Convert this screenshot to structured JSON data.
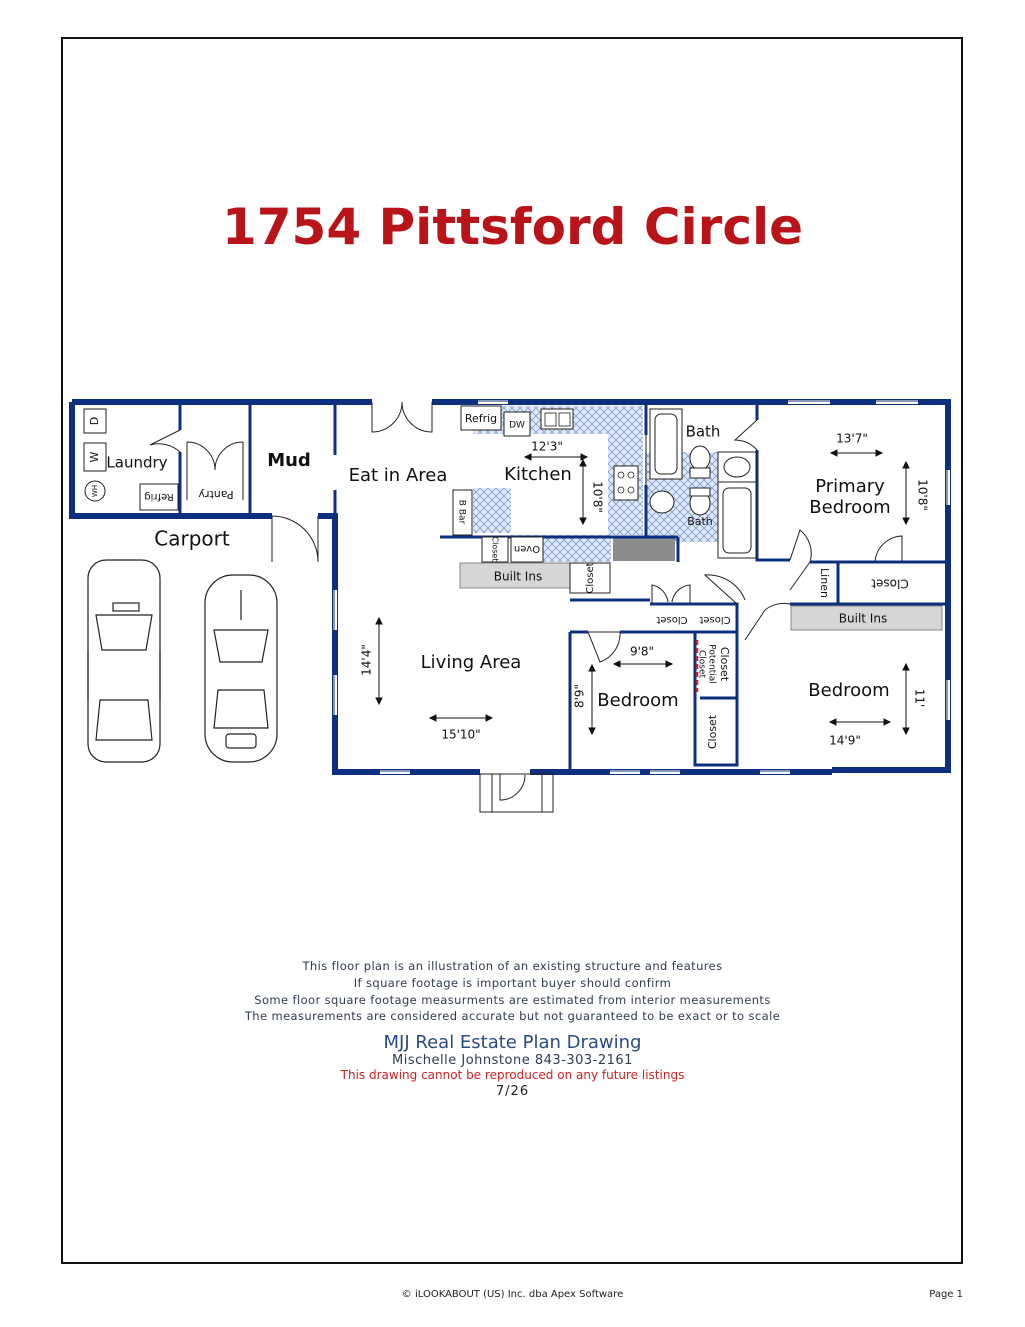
{
  "title": "1754 Pittsford Circle",
  "rooms": {
    "laundry": "Laundry",
    "mud": "Mud",
    "eat_in": "Eat in Area",
    "kitchen": "Kitchen",
    "carport": "Carport",
    "living": "Living Area",
    "bath_top": "Bath",
    "bath_small": "Bath",
    "primary_1": "Primary",
    "primary_2": "Bedroom",
    "bedroom_mid": "Bedroom",
    "bedroom_right": "Bedroom"
  },
  "fixtures": {
    "d": "D",
    "w": "W",
    "wh": "WH",
    "refrig_laundry": "Refrig",
    "pantry": "Pantry",
    "refrig_kitchen": "Refrig",
    "dw": "DW",
    "b_bar": "B Bar",
    "closet_small": "Closet",
    "oven": "Oven",
    "built_ins_kitchen": "Built Ins",
    "closet_kitchen": "Closet",
    "closet_mid_1": "Closet",
    "closet_mid_2": "Closet",
    "potential_closet_1": "Potential",
    "potential_closet_2": "Closet",
    "closet_right_top": "Closet",
    "closet_bottom": "Closet",
    "linen": "Linen",
    "closet_primary": "Closet",
    "built_ins_bedroom": "Built Ins"
  },
  "dimensions": {
    "kitchen_w": "12'3\"",
    "kitchen_h": "10'8\"",
    "primary_w": "13'7\"",
    "primary_h": "10'8\"",
    "living_w": "15'10\"",
    "living_h": "14'4\"",
    "bedroom_mid_w": "9'8\"",
    "bedroom_mid_h": "8'9\"",
    "bedroom_right_w": "14'9\"",
    "bedroom_right_h": "11'"
  },
  "disclaimer": [
    "This floor plan is an illustration of an existing structure and features",
    "If square footage is important buyer should confirm",
    "Some floor square footage measurments are estimated from interior measurements",
    "The measurements are considered accurate but not guaranteed to be exact or to scale"
  ],
  "company": "MJJ Real Estate Plan Drawing",
  "contact": "Mischelle Johnstone 843-303-2161",
  "warning": "This drawing cannot be reproduced on any future listings",
  "page_count": "7/26",
  "footer_left": "© iLOOKABOUT (US) Inc. dba Apex Software",
  "footer_right": "Page 1",
  "colors": {
    "title": "#b8141a",
    "wall": "#0d2f80",
    "warning": "#d41f1f"
  }
}
